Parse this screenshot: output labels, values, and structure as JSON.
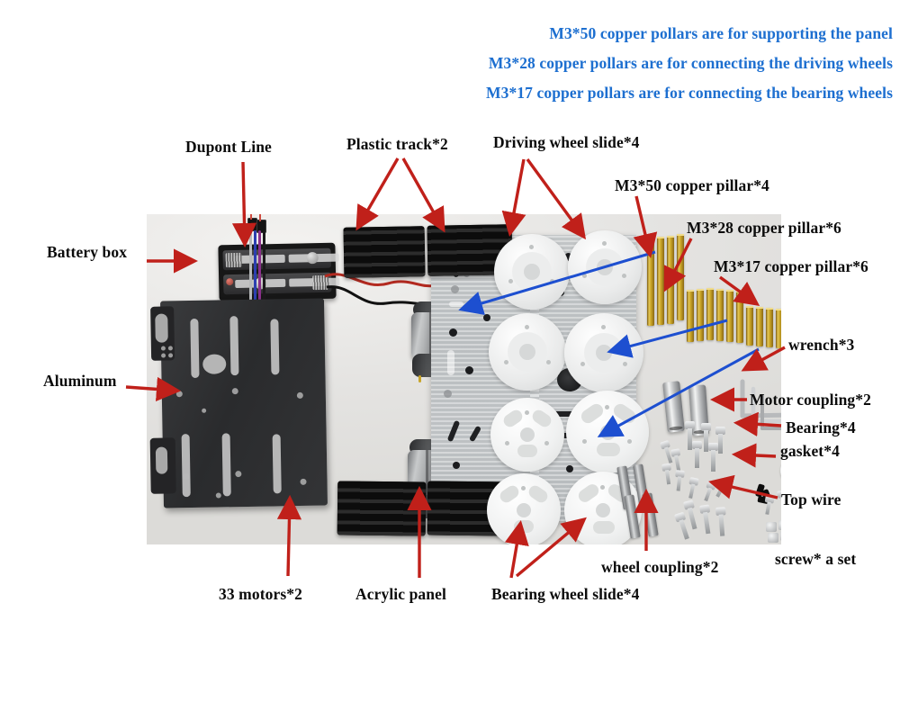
{
  "page": {
    "title": "Tank Chassis Kit Parts Identification Diagram",
    "background_color": "#ffffff",
    "label_color": "#0b0b0b",
    "note_color": "#1d6fd0",
    "arrow_red": "#c0201a",
    "arrow_blue": "#1d4fd0"
  },
  "notes": [
    {
      "text": "M3*50 copper pollars are for supporting the panel"
    },
    {
      "text": "M3*28 copper pollars are for connecting the driving wheels"
    },
    {
      "text": "M3*17 copper pollars are for connecting the bearing wheels"
    }
  ],
  "labels": [
    {
      "id": "dupont-line",
      "text": "Dupont Line"
    },
    {
      "id": "plastic-track",
      "text": "Plastic track*2"
    },
    {
      "id": "driving-wheel-slide",
      "text": "Driving wheel slide*4"
    },
    {
      "id": "m3-50-copper-pillar",
      "text": "M3*50 copper pillar*4"
    },
    {
      "id": "m3-28-copper-pillar",
      "text": "M3*28 copper pillar*6"
    },
    {
      "id": "m3-17-copper-pillar",
      "text": "M3*17 copper pillar*6"
    },
    {
      "id": "battery-box",
      "text": "Battery box"
    },
    {
      "id": "aluminum",
      "text": "Aluminum"
    },
    {
      "id": "wrench",
      "text": "wrench*3"
    },
    {
      "id": "motor-coupling",
      "text": "Motor coupling*2"
    },
    {
      "id": "bearing",
      "text": "Bearing*4"
    },
    {
      "id": "gasket",
      "text": "gasket*4"
    },
    {
      "id": "top-wire",
      "text": "Top wire"
    },
    {
      "id": "screw-a-set",
      "text": "screw* a set"
    },
    {
      "id": "wheel-coupling",
      "text": "wheel coupling*2"
    },
    {
      "id": "bearing-wheel-slide",
      "text": "Bearing wheel slide*4"
    },
    {
      "id": "acrylic-panel",
      "text": "Acrylic panel"
    },
    {
      "id": "motors-33",
      "text": "33 motors*2"
    }
  ]
}
